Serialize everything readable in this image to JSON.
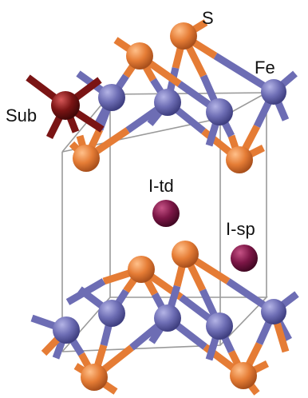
{
  "labels": {
    "sulfur": "S",
    "iron": "Fe",
    "substitution": "Sub",
    "tetrahedral": "I-td",
    "square_planar": "I-sp"
  },
  "colors": {
    "sulfur": "#e57c35",
    "iron": "#6d6db4",
    "substitution": "#7a1414",
    "interstitial": "#7c1646",
    "cell_edge": "#9a9a9a"
  }
}
